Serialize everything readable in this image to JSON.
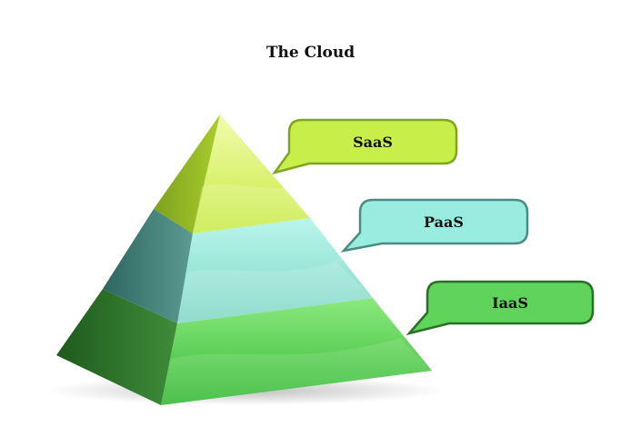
{
  "diagram": {
    "title": "The Cloud",
    "layers": [
      {
        "label": "SaaS",
        "color": "#c8ee4a"
      },
      {
        "label": "PaaS",
        "color": "#98ece0"
      },
      {
        "label": "IaaS",
        "color": "#5fd35a"
      }
    ]
  }
}
